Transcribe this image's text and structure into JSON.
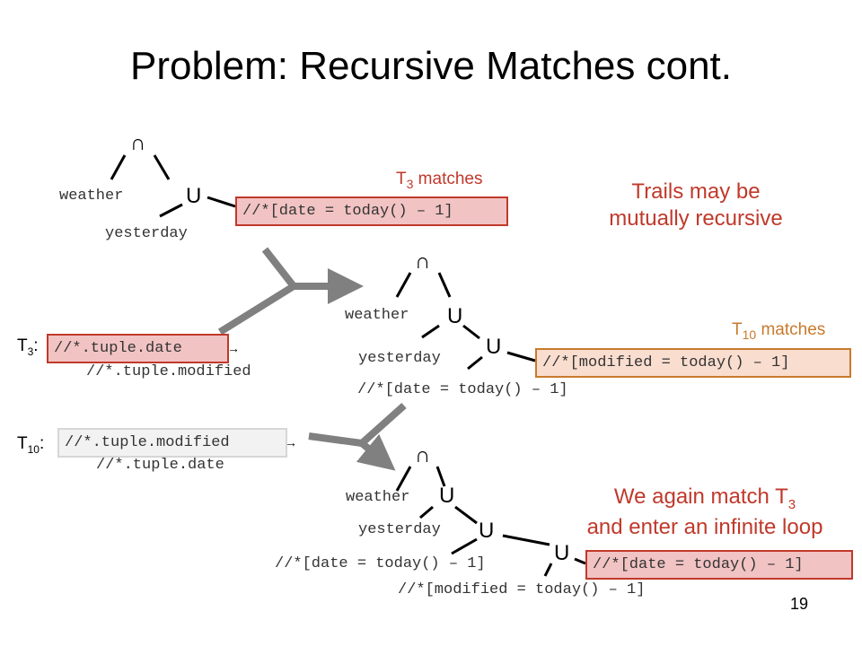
{
  "slide": {
    "title": "Problem: Recursive Matches cont.",
    "page_number": "19",
    "ops": {
      "intersect": "∩",
      "union": "U"
    }
  },
  "tree1": {
    "weather": "weather",
    "yesterday": "yesterday",
    "match_expr": "//*[date = today() – 1]",
    "matches_label": {
      "t": "T",
      "sub": "3",
      "rest": " matches"
    }
  },
  "tree2": {
    "weather": "weather",
    "yesterday": "yesterday",
    "date_expr": "//*[date = today() – 1]",
    "match_expr": "//*[modified = today() – 1]",
    "matches_label": {
      "t": "T",
      "sub": "10",
      "rest": " matches"
    }
  },
  "tree3": {
    "weather": "weather",
    "yesterday": "yesterday",
    "date_expr": "//*[date = today() – 1]",
    "modified_expr": "//*[modified = today() – 1]",
    "match_expr": "//*[date = today() – 1]"
  },
  "trails": {
    "t3": {
      "t": "T",
      "sub": "3",
      "colon": ":",
      "src": "//*.tuple.date",
      "arrow": "→",
      "dst": "//*.tuple.modified"
    },
    "t10": {
      "t": "T",
      "sub": "10",
      "colon": ":",
      "src": "//*.tuple.modified",
      "arrow": "→",
      "dst": "//*.tuple.date"
    }
  },
  "notes": {
    "recursive_l1": "Trails may be",
    "recursive_l2": "mutually recursive",
    "loop_l1a": "We again match T",
    "loop_l1sub": "3",
    "loop_l2": "and enter an infinite loop"
  },
  "colors": {
    "red": "#c0392b",
    "orange": "#c87a2c",
    "arrow": "#808080"
  }
}
